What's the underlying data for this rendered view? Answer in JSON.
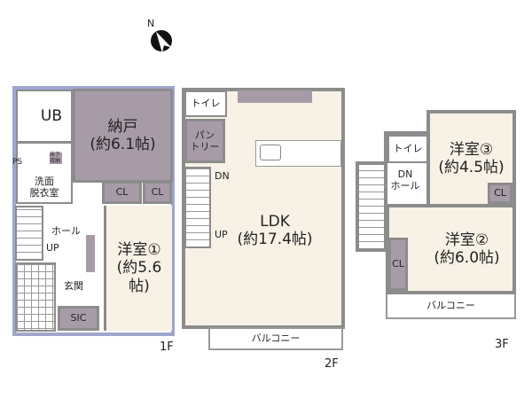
{
  "compass": {
    "label": "N"
  },
  "floor1": {
    "label": "1F",
    "ub": "UB",
    "nando": "納戸",
    "nando_size": "(約6.1帖)",
    "ps": "PS",
    "underfloor": "床下収納",
    "senmen_1": "洗面",
    "senmen_2": "脱衣室",
    "cl1": "CL",
    "cl2": "CL",
    "hall": "ホール",
    "up": "UP",
    "room1": "洋室①",
    "room1_size": "(約5.6帖)",
    "genkan": "玄関",
    "sic": "SIC"
  },
  "floor2": {
    "label": "2F",
    "toilet": "トイレ",
    "pantry_1": "パン",
    "pantry_2": "トリー",
    "dn": "DN",
    "up": "UP",
    "ldk": "LDK",
    "ldk_size": "(約17.4帖)",
    "balcony": "バルコニー"
  },
  "floor3": {
    "label": "3F",
    "toilet": "トイレ",
    "dn": "DN",
    "hall": "ホール",
    "room3": "洋室③",
    "room3_size": "(約4.5帖)",
    "cl_right": "CL",
    "room2": "洋室②",
    "room2_size": "(約6.0帖)",
    "cl_left": "CL",
    "balcony": "バルコニー"
  }
}
